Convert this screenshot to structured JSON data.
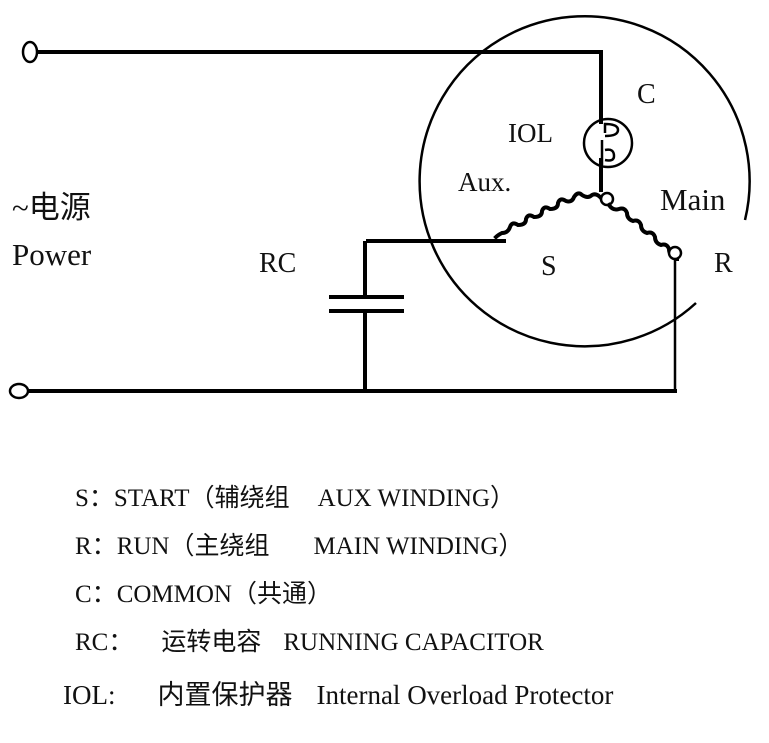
{
  "diagram": {
    "power_label_cn": "~电源",
    "power_label_en": "Power",
    "capacitor_label": "RC",
    "iol_label": "IOL",
    "common_label": "C",
    "aux_label": "Aux.",
    "main_label": "Main",
    "start_label": "S",
    "run_label": "R"
  },
  "legend": [
    {
      "key": "S：",
      "desc": "START（辅绕组",
      "desc_en": "AUX WINDING）"
    },
    {
      "key": "R：",
      "desc": "RUN（主绕组",
      "desc_en": "MAIN WINDING）"
    },
    {
      "key": "C：",
      "desc": "COMMON（共通）",
      "desc_en": ""
    },
    {
      "key": "RC：",
      "desc": "运转电容",
      "desc_en": "RUNNING CAPACITOR"
    },
    {
      "key": "IOL:",
      "desc": "内置保护器",
      "desc_en": "Internal Overload Protector"
    }
  ]
}
